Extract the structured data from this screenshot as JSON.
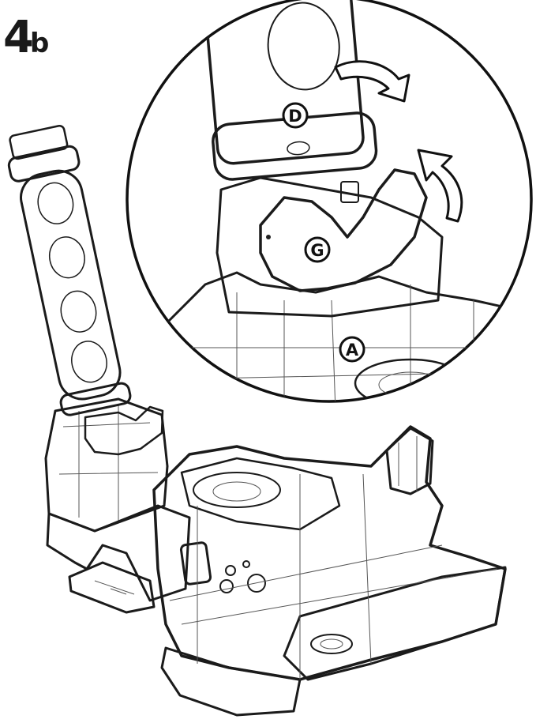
{
  "step": {
    "number": "4",
    "suffix": "b"
  },
  "callouts": {
    "d": "D",
    "g": "G",
    "a": "A"
  },
  "colors": {
    "part_gray": "#8e8e8e",
    "part_dark": "#4a4a4a",
    "base_white": "#f4f4f4",
    "outline": "#1b1b1b"
  },
  "icons": [
    "rotate-arrow-icon",
    "rotate-arrow-icon"
  ]
}
